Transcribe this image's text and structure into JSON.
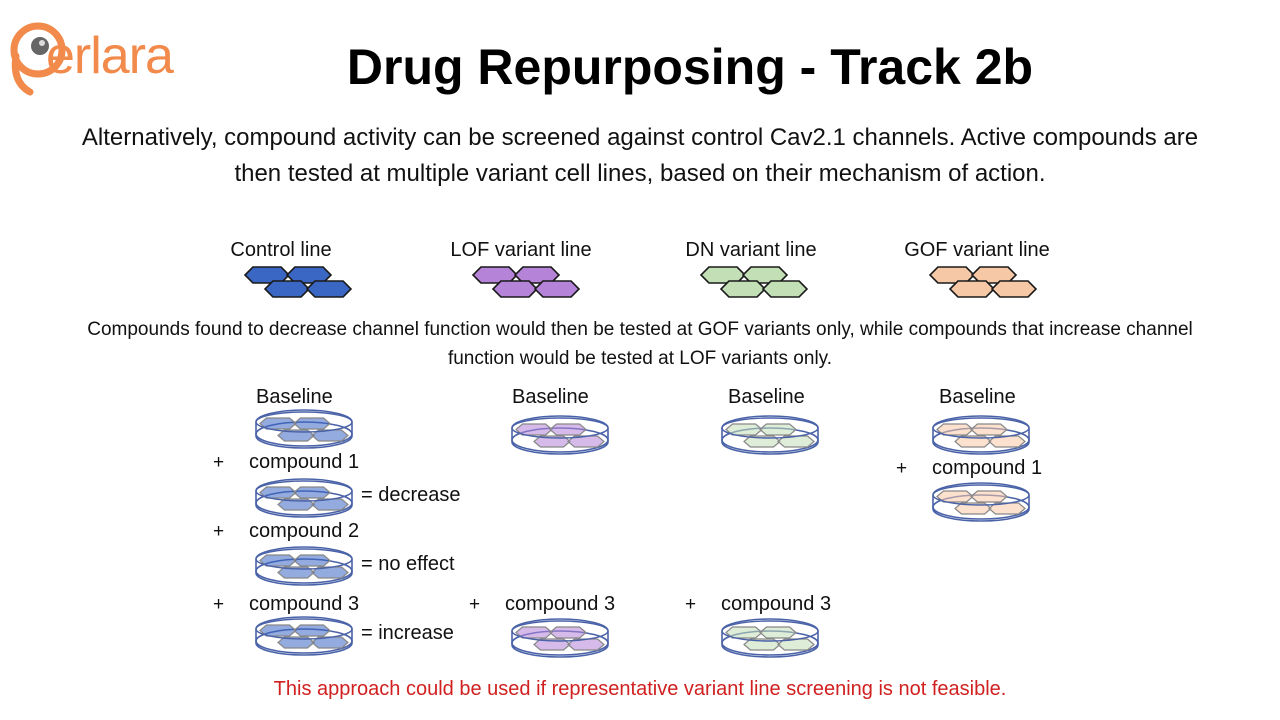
{
  "logo": {
    "text": "erlara"
  },
  "title": "Drug Repurposing - Track 2b",
  "intro": "Alternatively, compound activity can be screened against control Cav2.1 channels. Active compounds are then tested at multiple variant cell lines, based on their mechanism of action.",
  "cell_lines": [
    {
      "label": "Control line",
      "color": "#3a66c4"
    },
    {
      "label": "LOF variant line",
      "color": "#b583d8"
    },
    {
      "label": "DN variant line",
      "color": "#c3dfb6"
    },
    {
      "label": "GOF variant line",
      "color": "#f7c8a6"
    }
  ],
  "mid_text": "Compounds found to decrease channel function would then be tested at GOF variants only, while compounds that increase channel function would be tested at LOF variants only.",
  "baseline_label": "Baseline",
  "plus_symbol": "+",
  "compounds": {
    "c1": "compound 1",
    "c2": "compound 2",
    "c3": "compound 3"
  },
  "effects": {
    "decrease": "= decrease",
    "no_effect": "= no effect",
    "increase": "= increase"
  },
  "footer": "This approach could be used if representative variant line screening is not feasible."
}
